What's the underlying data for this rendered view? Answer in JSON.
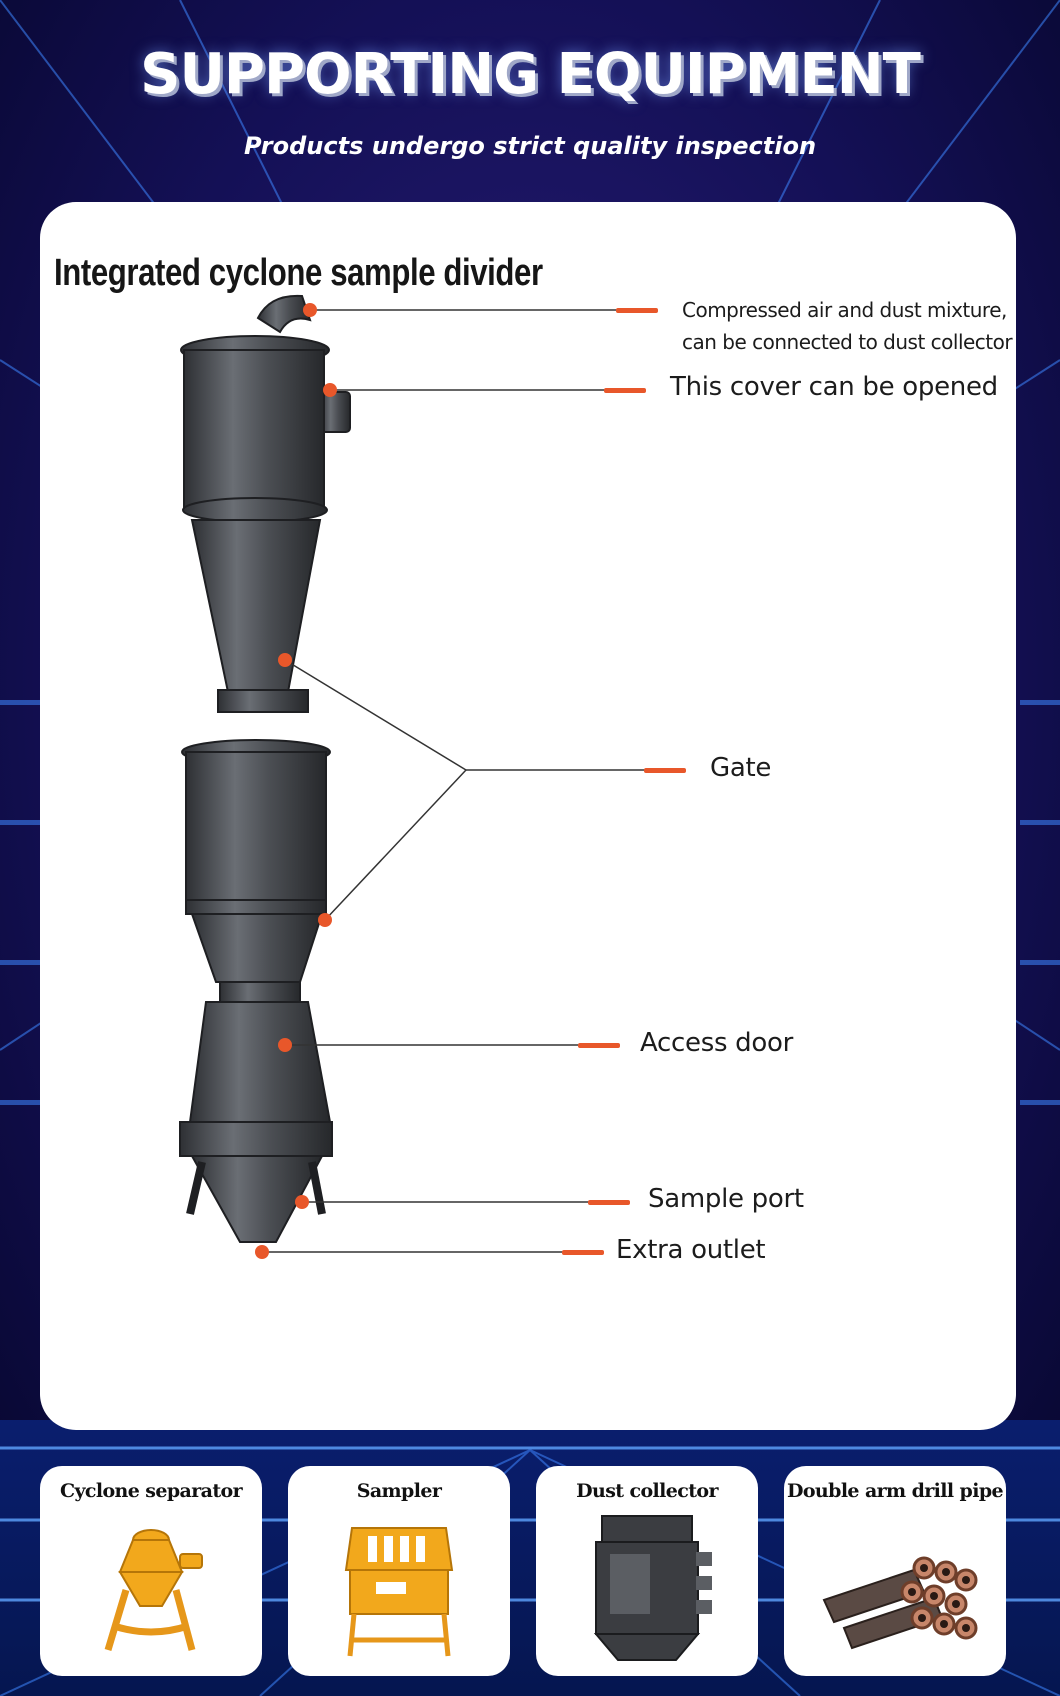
{
  "header": {
    "title": "SUPPORTING EQUIPMENT",
    "subtitle": "Products undergo strict quality inspection"
  },
  "panel": {
    "title": "Integrated cyclone sample divider",
    "callouts": [
      {
        "id": "air",
        "line1": "Compressed air and dust mixture,",
        "line2": "can be connected to dust collector"
      },
      {
        "id": "cover",
        "label": "This cover can be opened"
      },
      {
        "id": "gate",
        "label": "Gate"
      },
      {
        "id": "access",
        "label": "Access door"
      },
      {
        "id": "sample",
        "label": "Sample port"
      },
      {
        "id": "extra",
        "label": "Extra outlet"
      }
    ],
    "accent_color": "#e8572a"
  },
  "cards": [
    {
      "label": "Cyclone separator",
      "icon": "cyclone-separator-image"
    },
    {
      "label": "Sampler",
      "icon": "sampler-image"
    },
    {
      "label": "Dust collector",
      "icon": "dust-collector-image"
    },
    {
      "label": "Double arm drill pipe",
      "icon": "drill-pipe-image"
    }
  ],
  "colors": {
    "background": "#0b0a3a",
    "grid_glow": "#2f7dff",
    "panel": "#ffffff",
    "machine": "#4a4d52",
    "accent": "#e8572a",
    "equipment_yellow": "#f2a81c"
  }
}
